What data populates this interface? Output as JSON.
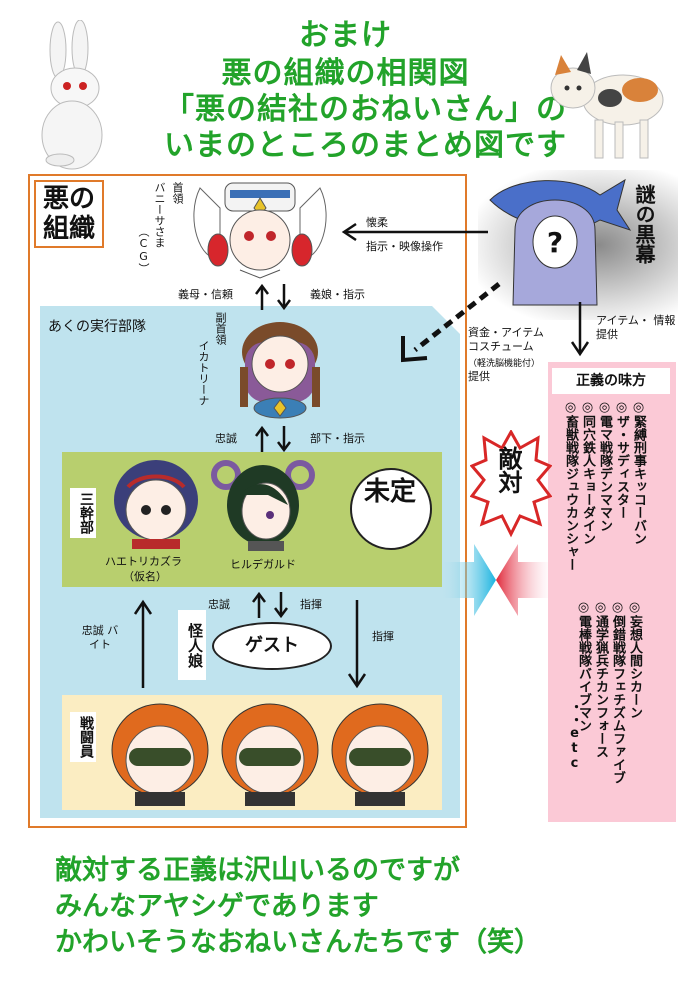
{
  "title": {
    "line1": "おまけ",
    "line2": "悪の組織の相関図",
    "line3": "「悪の結社のおねいさん」の",
    "line4": "いまのところのまとめ図です"
  },
  "evil_org": {
    "label": "悪の組織",
    "boss": {
      "role": "首領",
      "name": "バニーサさま",
      "note": "（CG）"
    },
    "boss_rel_up": "義母・信頼",
    "boss_rel_down": "義娘・指示",
    "exec_team": {
      "label": "あくの実行部隊"
    },
    "vice": {
      "role": "副首領",
      "name": "イカトリーナ"
    },
    "vice_rel_up": "忠誠",
    "vice_rel_down": "部下・指示",
    "sanbu": {
      "label": "三幹部",
      "m1": "ハエトリカズラ",
      "m1_note": "（仮名）",
      "m2": "ヒルデガルド",
      "m3": "未定"
    },
    "sanbu_rel_up": "忠誠",
    "sanbu_rel_down": "指揮",
    "guest_label": "怪人娘",
    "guest": "ゲスト",
    "staff_rel_up": "忠誠 バイト",
    "staff_rel_down": "指揮",
    "staff_label": "戦闘員"
  },
  "mystery": {
    "label": "謎の黒幕",
    "symbol": "?",
    "to_boss": "懐柔",
    "to_boss2": "指示・映像操作",
    "to_exec": "資金・アイテム コスチューム",
    "to_exec_note": "（軽洗脳機能付）",
    "to_exec_tail": "提供",
    "to_justice": "アイテム・ 情報提供"
  },
  "hostile": "敵対",
  "justice": {
    "label": "正義の味方",
    "items": [
      "◎緊縛刑事キッコーバン",
      "◎ザ・サディスター",
      "◎電マ戦隊デンママン",
      "◎同穴鉄人キョーダイン",
      "◎畜獣戦隊ジュウカンシャー",
      "◎妄想人間シカーン",
      "◎倒錯戦隊フェチズムファイブ",
      "◎通学猟兵チカンフォース",
      "◎電棒戦隊バイブマン"
    ],
    "etc": "・・etc"
  },
  "footer": {
    "line1": "敵対する正義は沢山いるのですが",
    "line2": "みんなアヤシゲであります",
    "line3": "かわいそうなおねいさんたちです（笑）"
  }
}
